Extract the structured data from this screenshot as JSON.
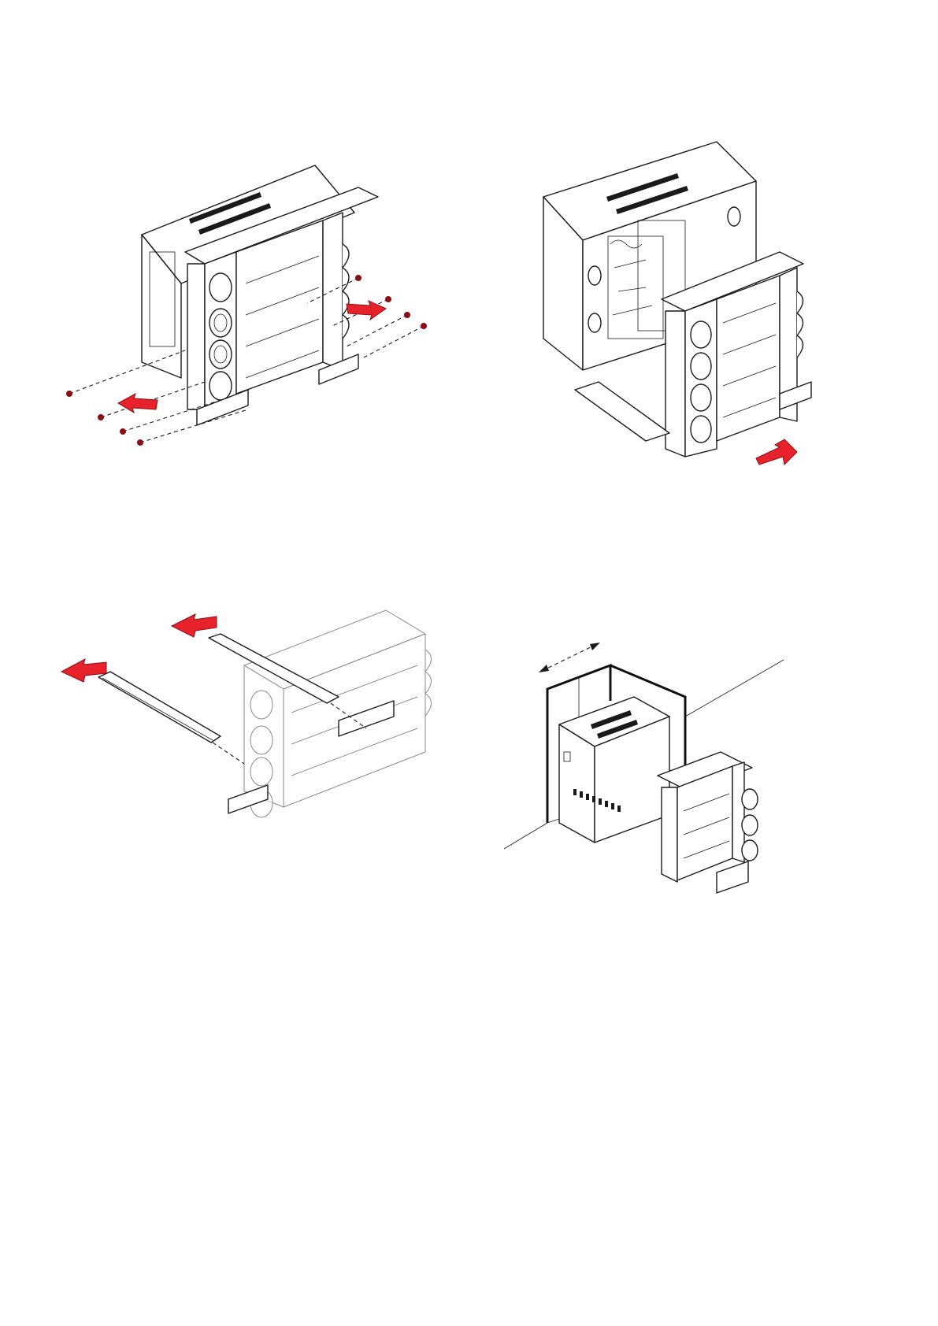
{
  "colors": {
    "arrow": "#e8222b",
    "arrow_edge": "#8a1015",
    "line": "#1a1a1a",
    "ghost_line": "#8a8a8a",
    "background": "#ffffff"
  },
  "steps": [
    {
      "id": "step-1",
      "content": "remove-screws-and-slide-module",
      "arrows": 2,
      "screws": 8
    },
    {
      "id": "step-2",
      "content": "pull-front-module-away",
      "arrows": 1,
      "screws": 0
    },
    {
      "id": "step-3",
      "content": "remove-side-rails",
      "arrows": 2,
      "screws": 0
    },
    {
      "id": "step-4",
      "content": "position-unit-in-room-corner",
      "arrows": 0,
      "screws": 0
    }
  ]
}
